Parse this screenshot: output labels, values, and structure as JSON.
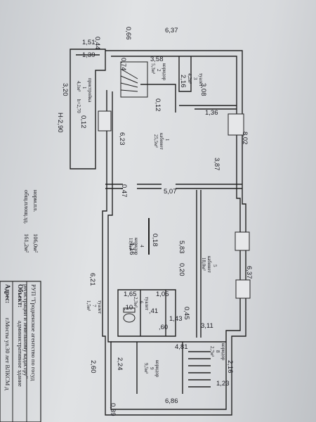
{
  "outer_dimensions": {
    "top_width": "6,37",
    "top_right_height": "8,02",
    "mid_right_width": "6,37",
    "bottom_width": "6,86",
    "left_total": "6,23",
    "left_lower": "6,21"
  },
  "dimensions": [
    "0,66",
    "1,51",
    "0,44",
    "1,39",
    "3,58",
    "0,74",
    "3,20",
    "H-2,90",
    "0,12",
    "3,08",
    "2,16",
    "1,36",
    "0,12",
    "3,87",
    "5,07",
    "0,47",
    "5,83",
    "0,20",
    "0,18",
    "4,16",
    "1,65",
    "1,05",
    "1,43",
    ",10",
    ",41",
    ",60",
    "0,45",
    "3,11",
    "4,81",
    "2,24",
    "2,60",
    "0,39",
    "2,16",
    "1,23"
  ],
  "rooms": [
    {
      "num": "1",
      "name": "кабинет",
      "area": "25,5м²"
    },
    {
      "num": "2",
      "name": "коридор",
      "area": "5,3м²"
    },
    {
      "num": "3",
      "name": "туалет",
      "area": "4,2м²"
    },
    {
      "num": "1",
      "name": "пристройка",
      "area": "4,1м²",
      "extra": "h=2,70"
    },
    {
      "num": "4",
      "name": "коридор",
      "area": "11,6м²"
    },
    {
      "num": "5",
      "name": "кабинет",
      "area": "18,0м²"
    },
    {
      "num": "6",
      "name": "туалет",
      "area": "2,3м²"
    },
    {
      "num": "7",
      "name": "туалет",
      "area": "1,5м²"
    },
    {
      "num": "8",
      "name": "коридор",
      "area": "2,7м²"
    },
    {
      "num": "9",
      "name": "коридор",
      "area": "9,5м²"
    }
  ],
  "summary": {
    "norm_label": "норм.пл.",
    "norm_value": "106,0м²",
    "total_label": "общ.площ.зд.",
    "total_value": "161,2м²"
  },
  "stamp": {
    "org_line1": "РУП \"Гродненское агентство по госуд",
    "org_line2": "регистрации и земельному кадастру\"",
    "object_label": "Объект:",
    "object_value": "административное здание",
    "address_label": "Адрес:",
    "address_value": "г.Мосты ул.30 лет ВЛКСМ д"
  }
}
